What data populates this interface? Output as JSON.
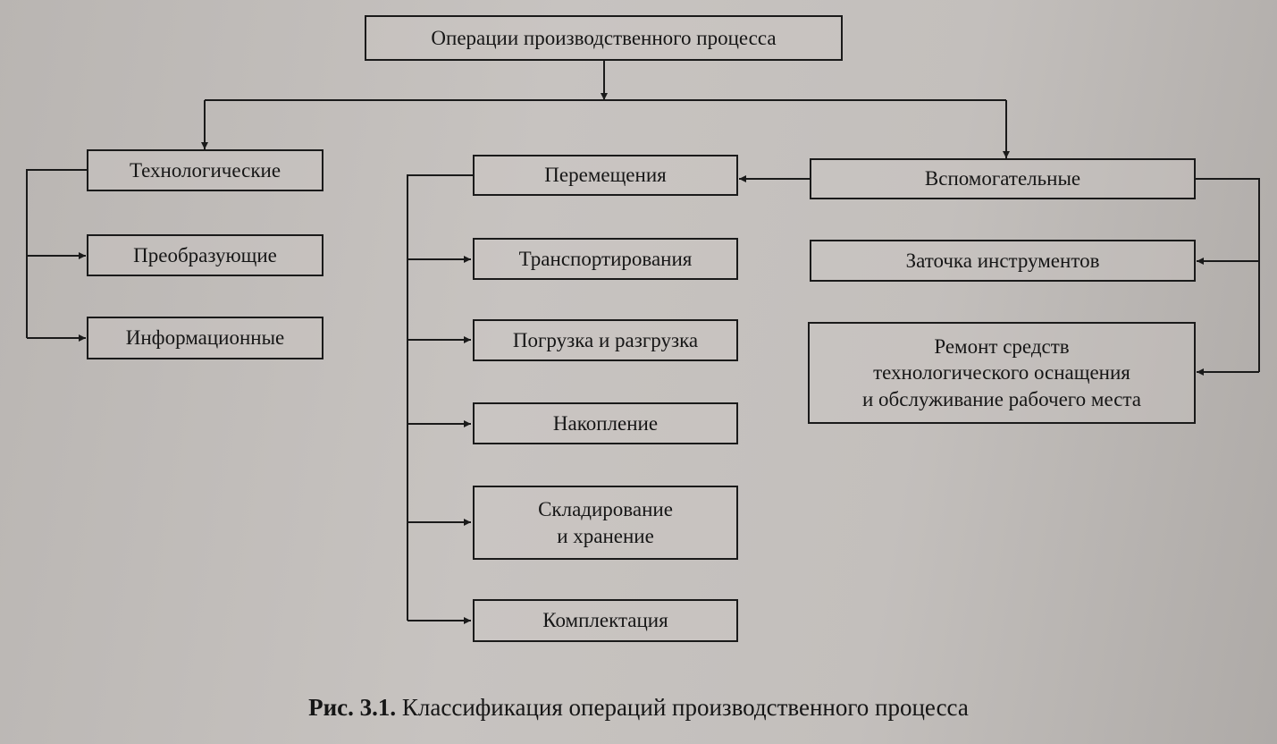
{
  "root": "Операции производственного процесса",
  "technological": {
    "title": "Технологические",
    "children": [
      "Преобразующие",
      "Информационные"
    ]
  },
  "movement": {
    "title": "Перемещения",
    "children": [
      "Транспортирования",
      "Погрузка и разгрузка",
      "Накопление",
      "Складирование\nи хранение",
      "Комплектация"
    ]
  },
  "auxiliary": {
    "title": "Вспомогательные",
    "children": [
      "Заточка инструментов",
      "Ремонт средств\nтехнологического оснащения\nи обслуживание рабочего места"
    ]
  },
  "caption": {
    "number": "Рис. 3.1.",
    "text": "Классификация операций производственного процесса"
  }
}
